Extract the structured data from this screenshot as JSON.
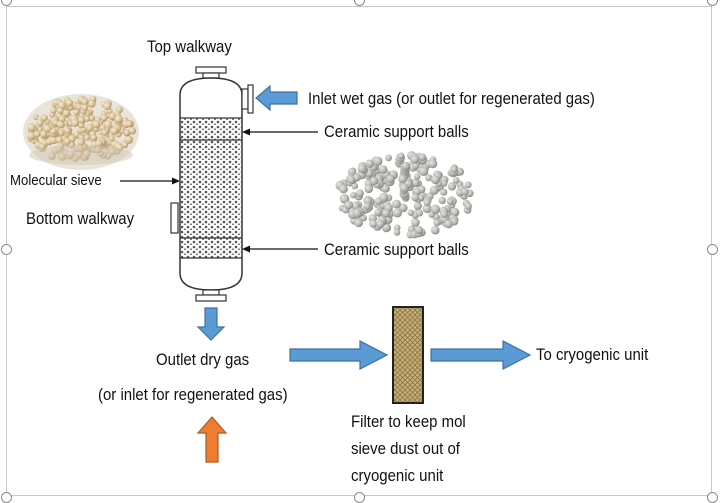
{
  "diagram": {
    "labels": {
      "top_walkway": "Top walkway",
      "inlet_wet_gas": "Inlet wet gas (or outlet for regenerated gas)",
      "ceramic_top": "Ceramic support balls",
      "molecular_sieve": "Molecular sieve",
      "bottom_walkway": "Bottom walkway",
      "ceramic_bottom": "Ceramic support balls",
      "outlet_dry_gas": "Outlet dry gas",
      "inlet_regenerated": "(or inlet for regenerated gas)",
      "to_cryogenic": "To cryogenic unit",
      "filter_line1": "Filter to keep mol",
      "filter_line2": "sieve dust out of",
      "filter_line3": "cryogenic unit"
    },
    "colors": {
      "blue_arrow": "#5b9bd5",
      "blue_arrow_border": "#41719c",
      "orange_arrow": "#ed7d31",
      "orange_arrow_border": "#ae5a21",
      "sieve_beads": "#d8c29a",
      "ceramic_balls": "#b9b9b4",
      "filter_fill": "#c8b07a"
    }
  }
}
